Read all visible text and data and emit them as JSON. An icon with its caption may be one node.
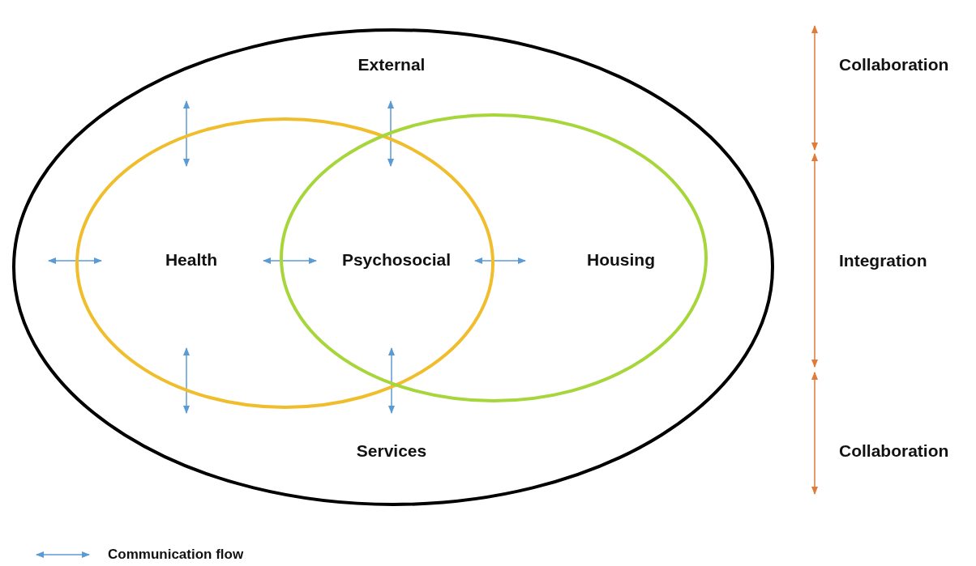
{
  "diagram": {
    "nodes": [
      {
        "text": [
          "External",
          "Services"
        ]
      },
      {
        "text": [
          "Health"
        ],
        "in": 0
      },
      {
        "text": [
          "Housing"
        ],
        "in": 0
      }
    ],
    "edges": [
      {
        "from": 1,
        "to": 2,
        "arrow": "both"
      }
    ],
    "labels": [
      "Psychosocial",
      "Collaboration",
      "Integration",
      "Collaboration"
    ],
    "legend": [
      {
        "text": "Communication flow"
      }
    ]
  }
}
